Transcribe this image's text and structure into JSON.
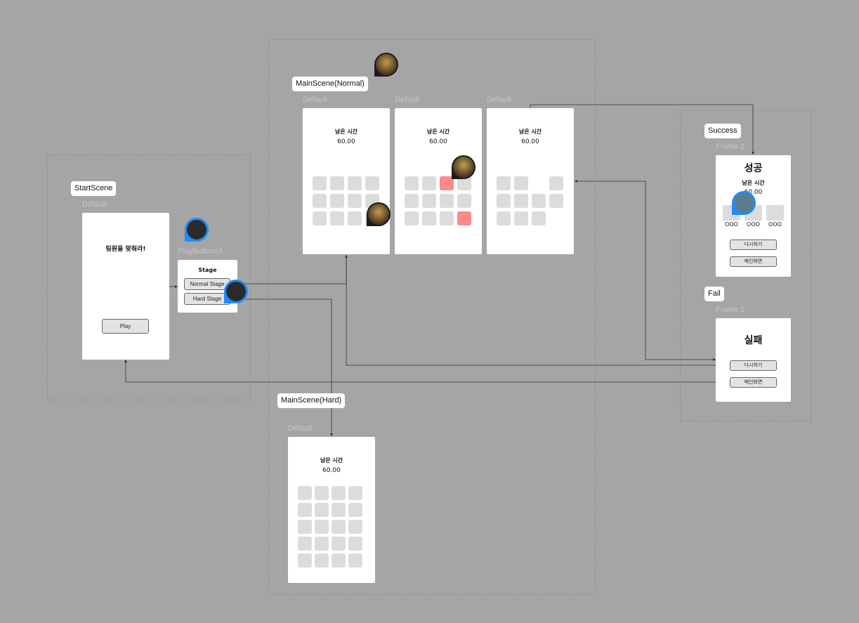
{
  "start_scene": {
    "label": "StartScene",
    "variant": "Default",
    "title": "팀원을 맞춰라!",
    "play_button": "Play"
  },
  "play_button_ui": {
    "label": "PlayButtonUI",
    "heading": "Stage",
    "normal_button": "Normal Stage",
    "hard_button": "Hard Stage"
  },
  "main_normal": {
    "label": "MainScene(Normal)",
    "frames": [
      {
        "variant": "Default",
        "time_label": "남은 시간",
        "time_value": "60.00"
      },
      {
        "variant": "Default",
        "time_label": "남은 시간",
        "time_value": "60.00"
      },
      {
        "variant": "Default",
        "time_label": "남은 시간",
        "time_value": "60.00"
      }
    ]
  },
  "main_hard": {
    "label": "MainScene(Hard)",
    "variant": "Default",
    "time_label": "남은 시간",
    "time_value": "60.00"
  },
  "success": {
    "label": "Success",
    "variant": "Frame 2",
    "title": "성공",
    "time_label": "남은 시간",
    "time_value": "60.00",
    "names": [
      "OOO",
      "OOO",
      "OOO"
    ],
    "retry_button": "다시하기",
    "main_button": "메인화면"
  },
  "fail": {
    "label": "Fail",
    "variant": "Frame 1",
    "title": "실패",
    "retry_button": "다시하기",
    "main_button": "메인화면"
  },
  "colors": {
    "canvas": "#a5a5a5",
    "tile": "#dcdcdc",
    "tile_selected": "#ff8a8a",
    "cursor_ring": "#1a8cff"
  }
}
